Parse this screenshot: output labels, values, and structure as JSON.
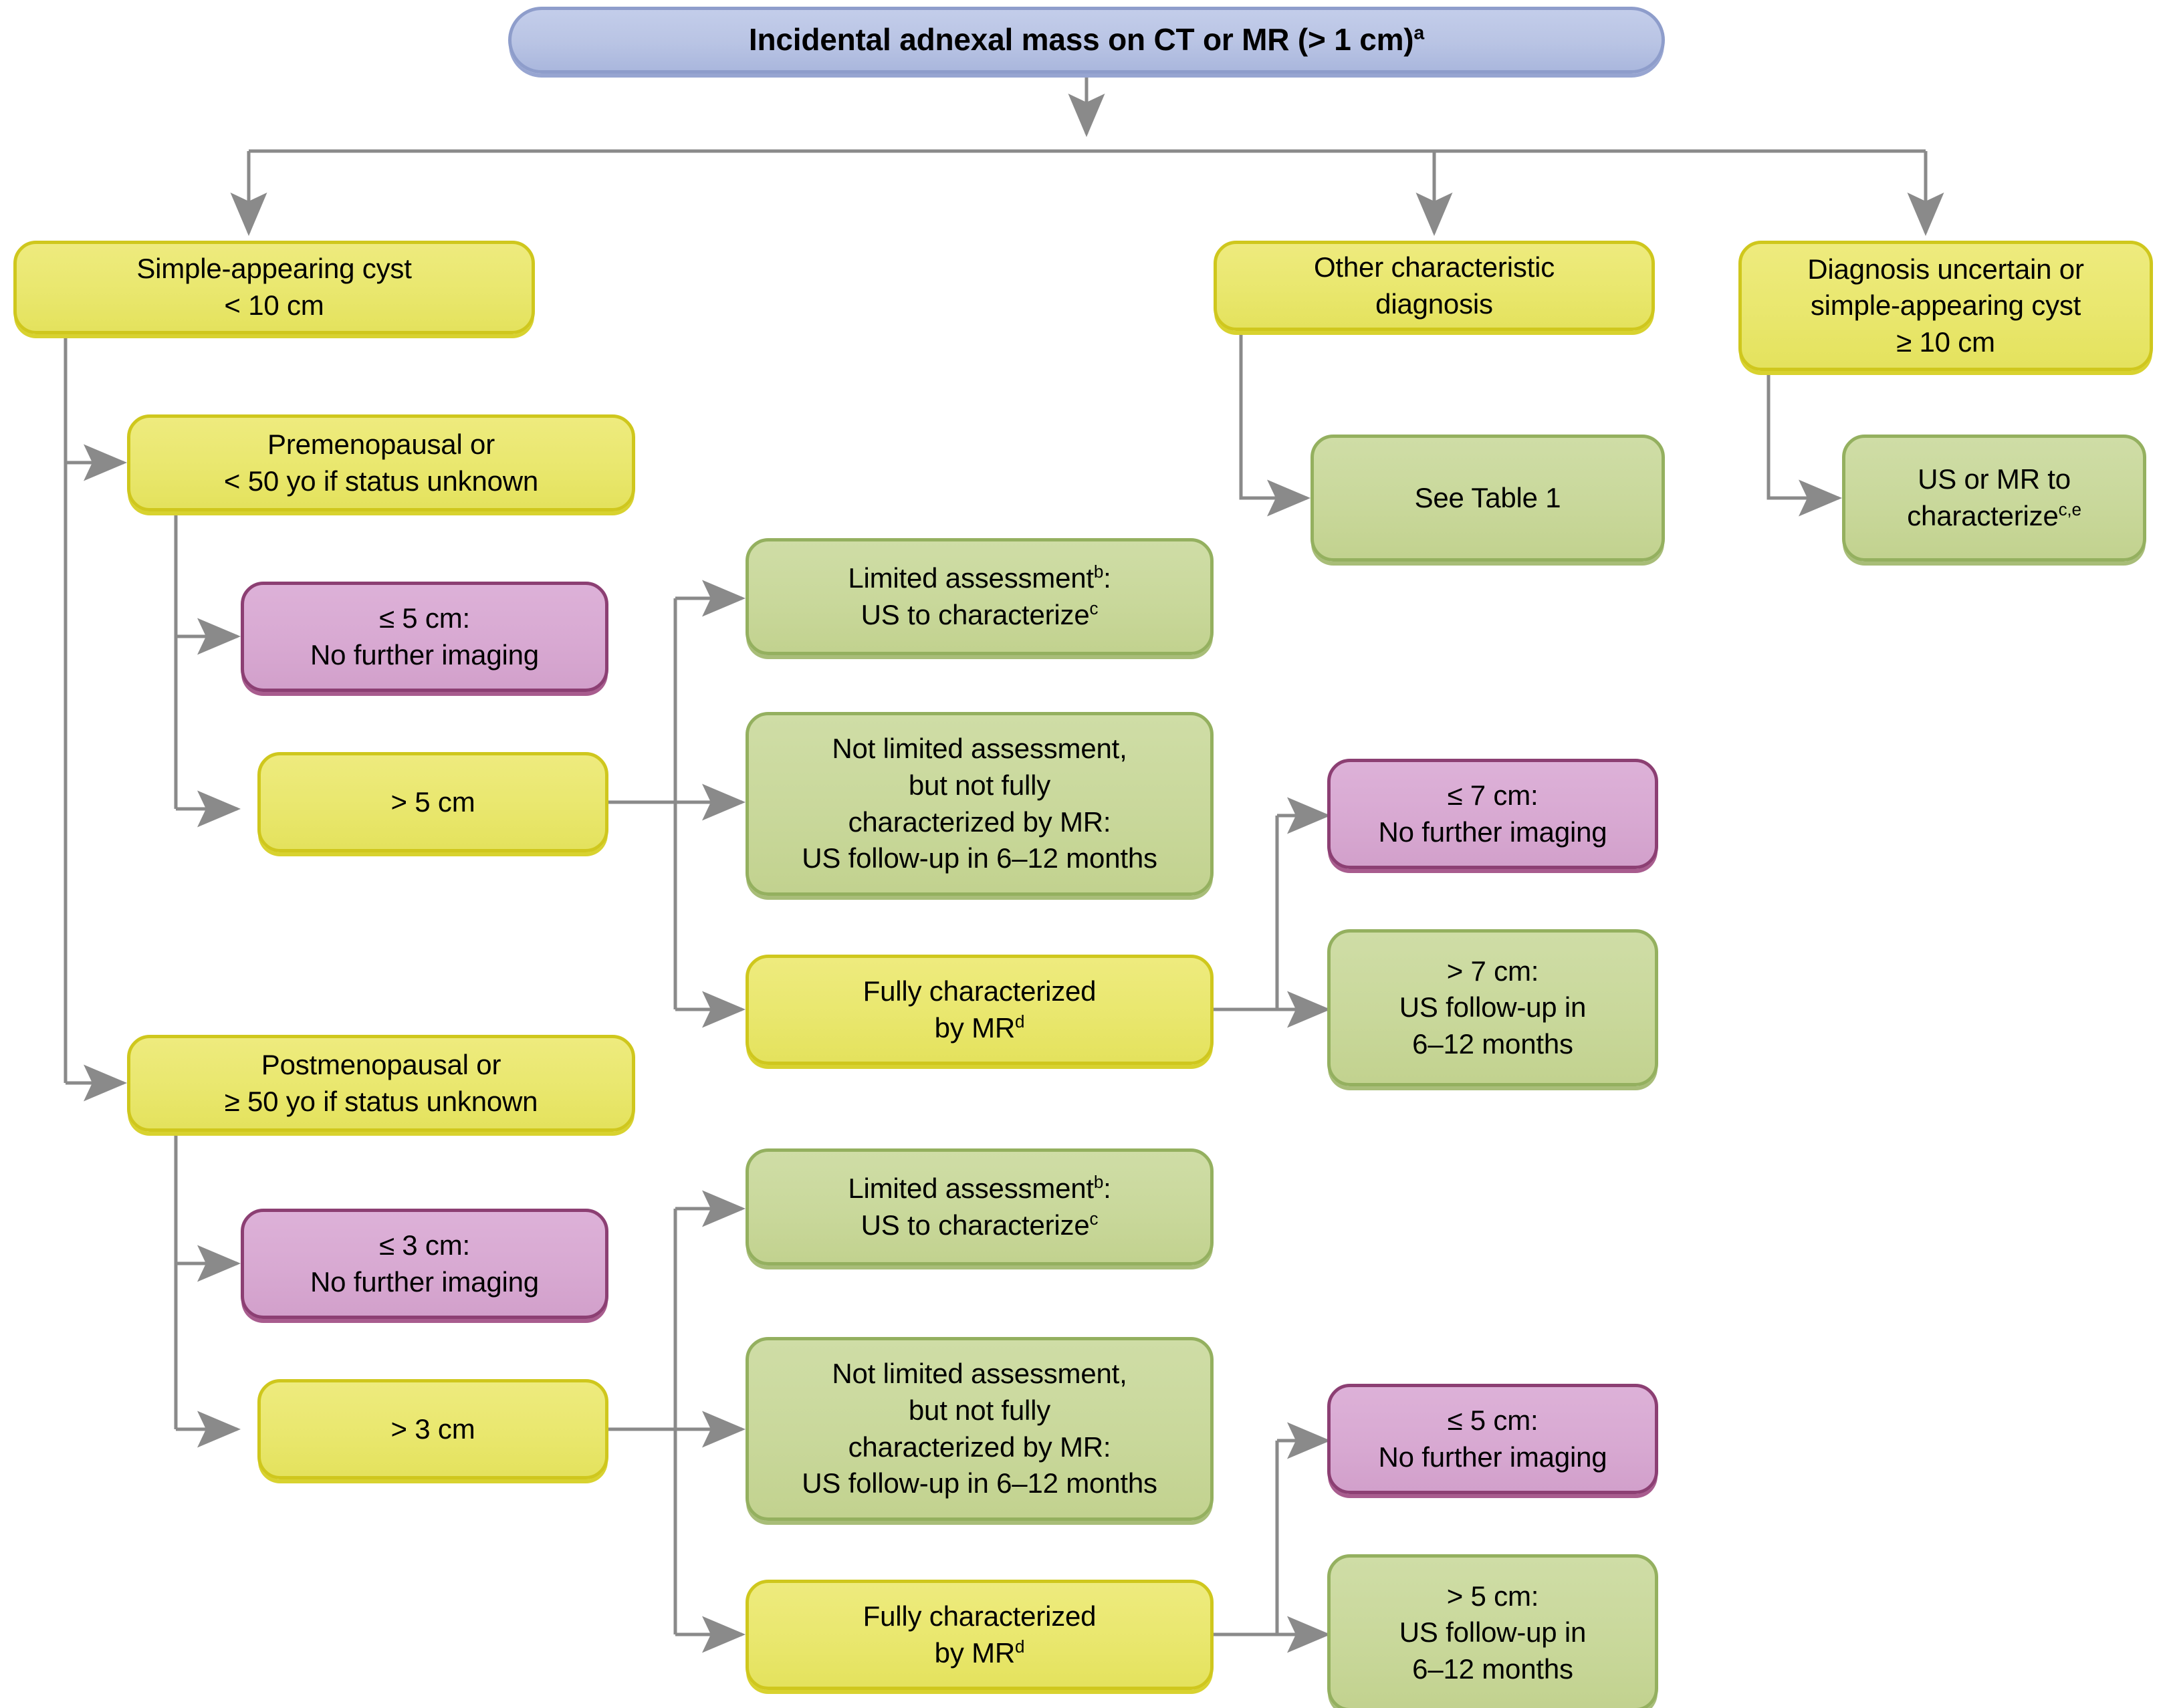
{
  "diagram": {
    "title": "Incidental adnexal mass management algorithm",
    "colors": {
      "blue_fill": "#b9c4e4",
      "blue_border": "#8e9dcb",
      "yellow_fill": "#e9e76e",
      "yellow_border": "#cfc71d",
      "green_fill": "#c9d89b",
      "green_border": "#94b05f",
      "purple_fill": "#d8a9d2",
      "purple_border": "#8c3f73",
      "connector": "#8a8a8a"
    },
    "nodes": {
      "root": {
        "text": "Incidental adnexal mass on CT or MR (> 1 cm)",
        "superscript": "a",
        "style": "blue"
      },
      "simple_cyst": {
        "line1": "Simple-appearing cyst",
        "line2": "< 10 cm",
        "style": "yellow"
      },
      "other_dx": {
        "line1": "Other characteristic",
        "line2": "diagnosis",
        "style": "yellow"
      },
      "uncertain": {
        "line1": "Diagnosis uncertain or",
        "line2": "simple-appearing cyst",
        "line3": "≥ 10 cm",
        "style": "yellow"
      },
      "see_table": {
        "line1": "See Table 1",
        "style": "green"
      },
      "us_or_mr": {
        "line1": "US or MR to",
        "line2": "characterize",
        "superscript": "c,e",
        "style": "green"
      },
      "premenopausal": {
        "line1": "Premenopausal or",
        "line2": "< 50 yo if status unknown",
        "style": "yellow"
      },
      "pre_le5": {
        "line1": "≤ 5 cm:",
        "line2": "No further imaging",
        "style": "purple"
      },
      "pre_gt5": {
        "line1": "> 5 cm",
        "style": "yellow"
      },
      "pre_limited": {
        "line1": "Limited assessment",
        "sup1": "b",
        "line1_tail": ":",
        "line2": "US to characterize",
        "sup2": "c",
        "style": "green"
      },
      "pre_notlimited": {
        "line1": "Not limited assessment,",
        "line2": "but not fully",
        "line3": "characterized by MR:",
        "line4": "US follow-up in 6–12 months",
        "style": "green"
      },
      "pre_fully": {
        "line1": "Fully characterized",
        "line2": "by MR",
        "superscript": "d",
        "style": "yellow"
      },
      "pre_le7": {
        "line1": "≤ 7 cm:",
        "line2": "No further imaging",
        "style": "purple"
      },
      "pre_gt7": {
        "line1": "> 7 cm:",
        "line2": "US follow-up in",
        "line3": "6–12 months",
        "style": "green"
      },
      "postmenopausal": {
        "line1": "Postmenopausal or",
        "line2": "≥ 50 yo if status unknown",
        "style": "yellow"
      },
      "post_le3": {
        "line1": "≤ 3 cm:",
        "line2": "No further imaging",
        "style": "purple"
      },
      "post_gt3": {
        "line1": "> 3 cm",
        "style": "yellow"
      },
      "post_limited": {
        "line1": "Limited assessment",
        "sup1": "b",
        "line1_tail": ":",
        "line2": "US to characterize",
        "sup2": "c",
        "style": "green"
      },
      "post_notlimited": {
        "line1": "Not limited assessment,",
        "line2": "but not fully",
        "line3": "characterized by MR:",
        "line4": "US follow-up in 6–12 months",
        "style": "green"
      },
      "post_fully": {
        "line1": "Fully characterized",
        "line2": "by MR",
        "superscript": "d",
        "style": "yellow"
      },
      "post_le5": {
        "line1": "≤ 5 cm:",
        "line2": "No further imaging",
        "style": "purple"
      },
      "post_gt5": {
        "line1": "> 5 cm:",
        "line2": "US follow-up in",
        "line3": "6–12 months",
        "style": "green"
      }
    }
  }
}
